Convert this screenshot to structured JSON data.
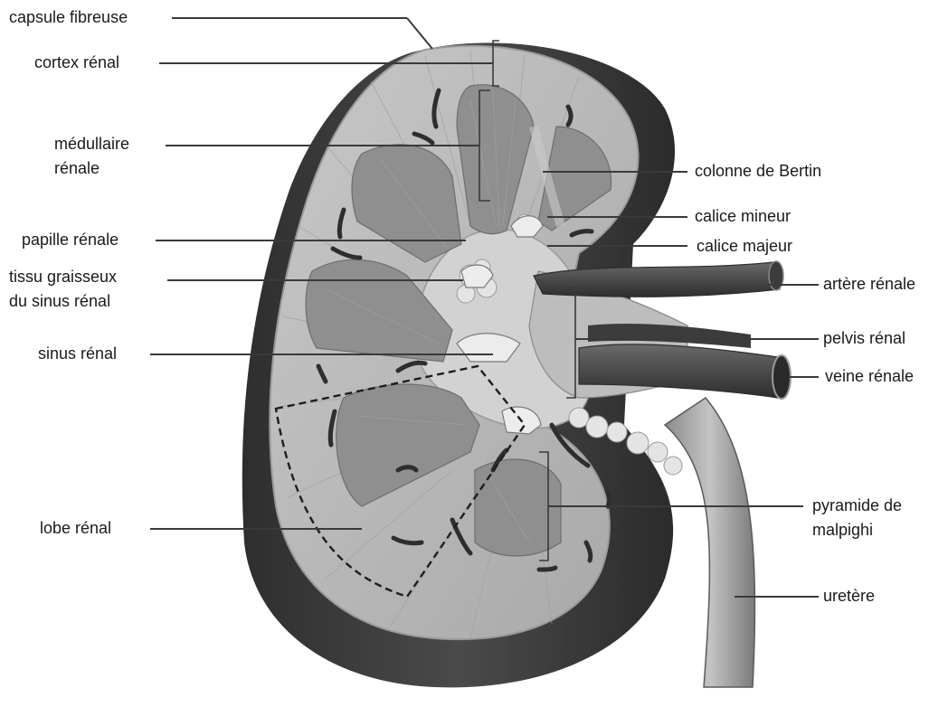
{
  "labels": {
    "capsule_fibreuse": "capsule fibreuse",
    "cortex_renal": "cortex rénal",
    "medullaire_renale": "médullaire\nrénale",
    "papille_renale": "papille rénale",
    "tissu_graisseux": "tissu graisseux\ndu sinus rénal",
    "sinus_renal": "sinus rénal",
    "lobe_renal": "lobe rénal",
    "colonne_de_bertin": "colonne de Bertin",
    "calice_mineur": "calice mineur",
    "calice_majeur": "calice majeur",
    "artere_renale": "artère rénale",
    "pelvis_renal": "pelvis rénal",
    "veine_renale": "veine rénale",
    "pyramide_de_malpighi": "pyramide de\nmalpighi",
    "uretere": "uretère"
  },
  "colors": {
    "capsule_dark": "#3a3a3a",
    "cortex": "#b5b5b5",
    "medulla_pyramid": "#8c8c8c",
    "sinus": "#cfcfcf",
    "vessel": "#4a4a4a",
    "fat": "#e2e2e2",
    "label_text": "#1a1a1a"
  }
}
